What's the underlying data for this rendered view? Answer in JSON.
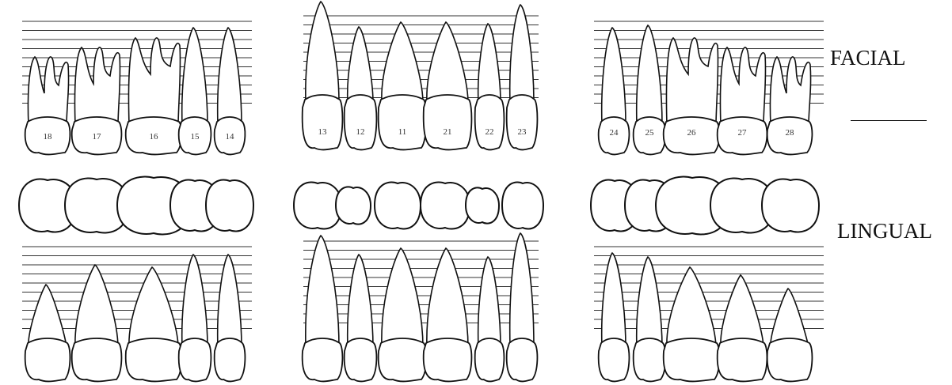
{
  "labels": {
    "facial": "FACIAL",
    "lingual": "LINGUAL"
  },
  "colors": {
    "outline": "#111111",
    "rule": "#333333",
    "number": "#333333"
  },
  "groups": [
    {
      "id": "right-posterior",
      "numbers": [
        "18",
        "17",
        "16",
        "15",
        "14"
      ],
      "types": [
        "molar",
        "molar",
        "molar",
        "premolar",
        "premolar"
      ]
    },
    {
      "id": "anterior",
      "numbers": [
        "13",
        "12",
        "11",
        "21",
        "22",
        "23"
      ],
      "types": [
        "canine",
        "incisor",
        "incisor",
        "incisor",
        "incisor",
        "canine"
      ]
    },
    {
      "id": "left-posterior",
      "numbers": [
        "24",
        "25",
        "26",
        "27",
        "28"
      ],
      "types": [
        "premolar",
        "premolar",
        "molar",
        "molar",
        "molar"
      ]
    }
  ]
}
